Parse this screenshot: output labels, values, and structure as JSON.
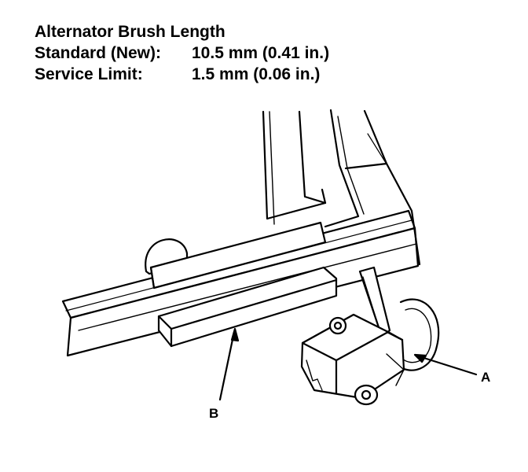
{
  "spec": {
    "title": "Alternator Brush Length",
    "standard_label": "Standard (New):",
    "standard_value": "10.5 mm (0.41 in.)",
    "limit_label": "Service Limit:",
    "limit_value": "1.5 mm (0.06 in.)"
  },
  "callouts": {
    "a": "A",
    "b": "B"
  }
}
